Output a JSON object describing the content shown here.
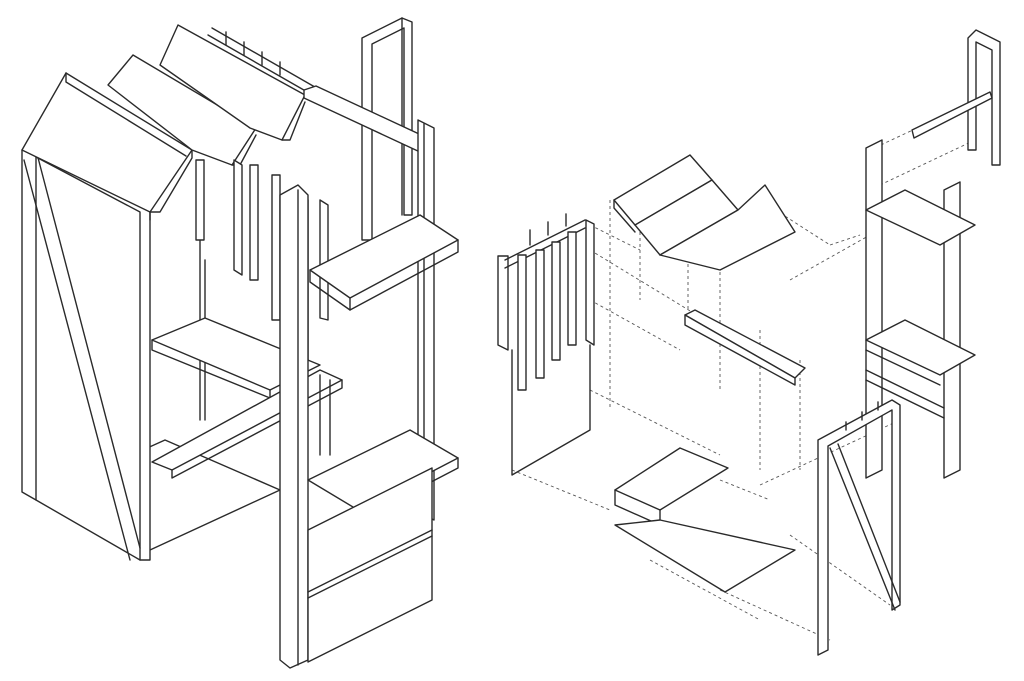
{
  "drawing": {
    "background_color": "#ffffff",
    "line_color": "#2a2a2a",
    "views": [
      {
        "id": "assembled-axonometric",
        "style": "solid"
      },
      {
        "id": "exploded-axonometric",
        "style": "solid-with-dashed-projection-lines"
      }
    ]
  }
}
